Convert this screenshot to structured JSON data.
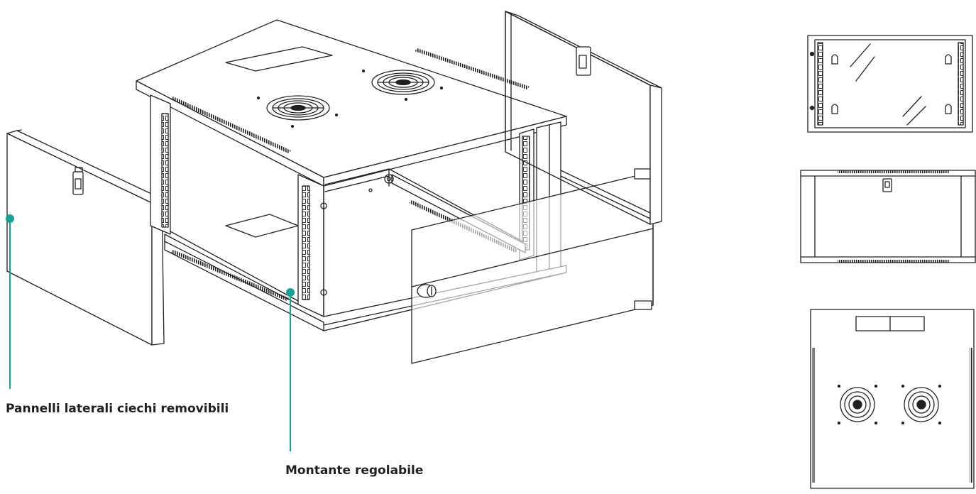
{
  "diagram": {
    "accent_color": "#14a396",
    "line_color": "#231f20",
    "callouts": {
      "side_panels": "Pannelli laterali ciechi removibili",
      "upright": "Montante regolabile"
    },
    "views": [
      "exploded-isometric",
      "front-glass-door",
      "rear-panel",
      "top-panel-with-fans"
    ]
  }
}
